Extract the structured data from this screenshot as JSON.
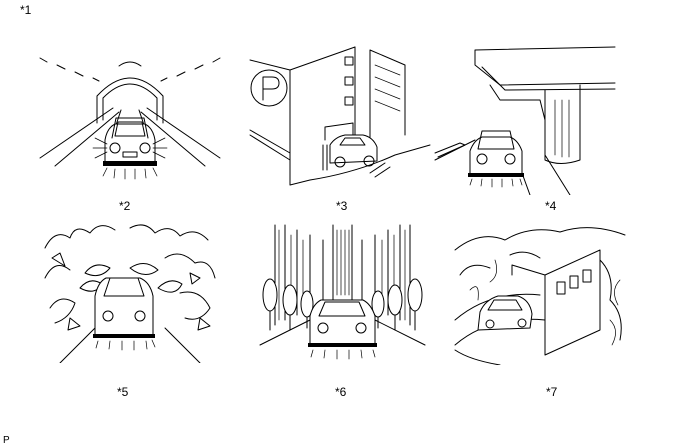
{
  "figure": {
    "header_label": "*1",
    "footer_label": "P",
    "panels": [
      {
        "label": "*2",
        "icon": "tunnel-car-icon"
      },
      {
        "label": "*3",
        "icon": "parking-garage-car-icon"
      },
      {
        "label": "*4",
        "icon": "overpass-car-icon"
      },
      {
        "label": "*5",
        "icon": "forest-road-car-icon"
      },
      {
        "label": "*6",
        "icon": "city-street-car-icon"
      },
      {
        "label": "*7",
        "icon": "mountain-road-car-icon"
      }
    ]
  }
}
